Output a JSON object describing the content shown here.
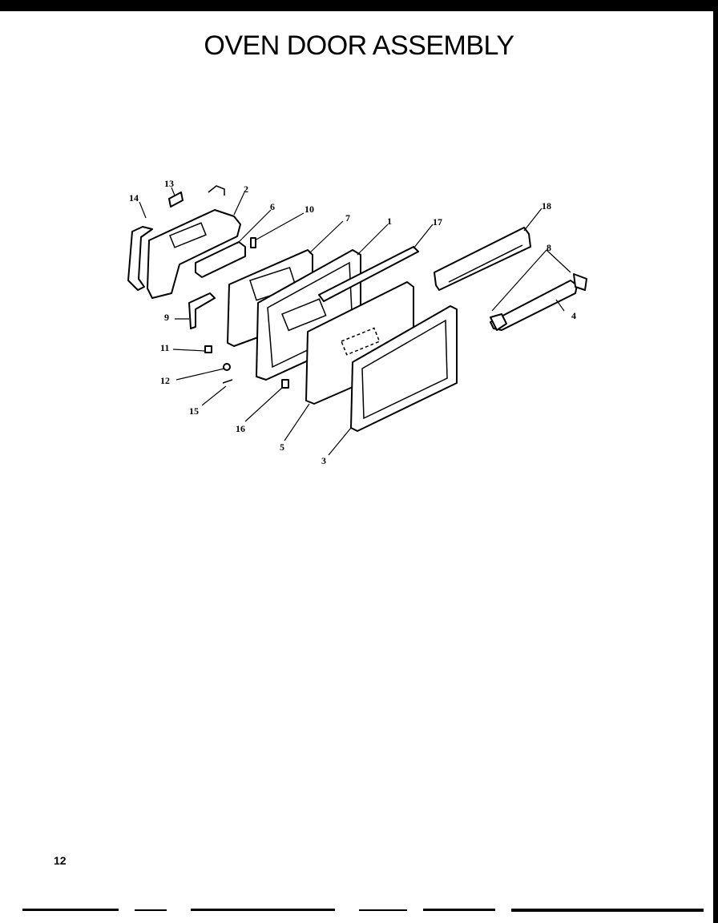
{
  "title": "OVEN DOOR ASSEMBLY",
  "page_number": "12",
  "callouts": [
    {
      "id": "14",
      "label": "14"
    },
    {
      "id": "13",
      "label": "13"
    },
    {
      "id": "2",
      "label": "2"
    },
    {
      "id": "6",
      "label": "6"
    },
    {
      "id": "10",
      "label": "10"
    },
    {
      "id": "7",
      "label": "7"
    },
    {
      "id": "1",
      "label": "1"
    },
    {
      "id": "17",
      "label": "17"
    },
    {
      "id": "18",
      "label": "18"
    },
    {
      "id": "8",
      "label": "8"
    },
    {
      "id": "4",
      "label": "4"
    },
    {
      "id": "9",
      "label": "9"
    },
    {
      "id": "11",
      "label": "11"
    },
    {
      "id": "12",
      "label": "12"
    },
    {
      "id": "15",
      "label": "15"
    },
    {
      "id": "16",
      "label": "16"
    },
    {
      "id": "5",
      "label": "5"
    },
    {
      "id": "3",
      "label": "3"
    }
  ]
}
